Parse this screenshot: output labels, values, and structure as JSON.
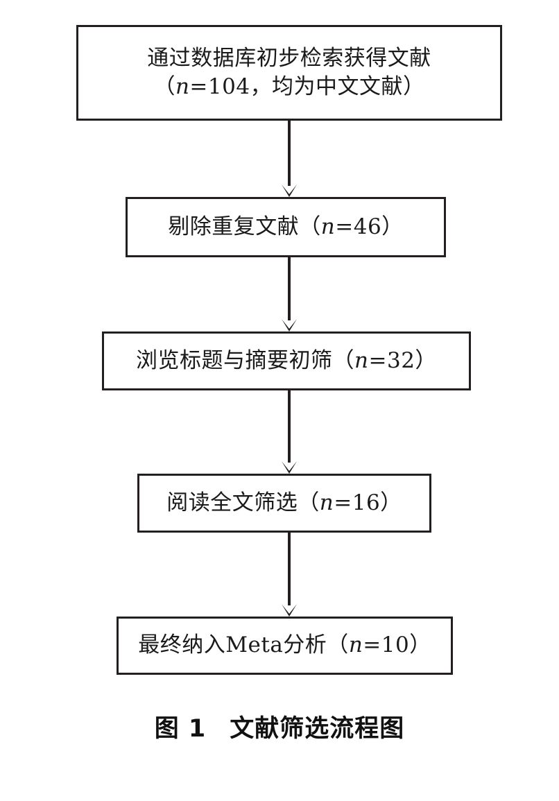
{
  "figure": {
    "type": "prisma-style-literature-screening-flowchart",
    "caption_label": "图 1",
    "caption_text": "文献筛选流程图",
    "border_color": "#231f20",
    "text_color": "#1a1a1a",
    "background_color": "#ffffff"
  },
  "flow": {
    "steps": [
      {
        "id": "step-1",
        "name": "database-search",
        "line1": "通过数据库初步检索获得文献",
        "line2_prefix": "（",
        "line2_n": "n",
        "line2_suffix": "=104，均为中文文献）",
        "full_text": "通过数据库初步检索获得文献\n（n=104，均为中文文献）",
        "count": 104
      },
      {
        "id": "step-2",
        "name": "remove-duplicates",
        "label_prefix": "剔除重复文献（",
        "label_n": "n",
        "label_suffix": "=46）",
        "full_text": "剔除重复文献（n=46）",
        "count": 46
      },
      {
        "id": "step-3",
        "name": "title-abstract-screening",
        "label_prefix": "浏览标题与摘要初筛（",
        "label_n": "n",
        "label_suffix": "=32）",
        "full_text": "浏览标题与摘要初筛（n=32）",
        "count": 32
      },
      {
        "id": "step-4",
        "name": "full-text-screening",
        "label_prefix": "阅读全文筛选（",
        "label_n": "n",
        "label_suffix": "=16）",
        "full_text": "阅读全文筛选（n=16）",
        "count": 16
      },
      {
        "id": "step-5",
        "name": "included-in-meta-analysis",
        "label_prefix": "最终纳入Meta分析（",
        "label_n": "n",
        "label_suffix": "=10）",
        "full_text": "最终纳入Meta分析（n=10）",
        "count": 10
      }
    ],
    "connectors": [
      {
        "id": "arrow-1",
        "from": "step-1",
        "to": "step-2",
        "direction": "down"
      },
      {
        "id": "arrow-2",
        "from": "step-2",
        "to": "step-3",
        "direction": "down"
      },
      {
        "id": "arrow-3",
        "from": "step-3",
        "to": "step-4",
        "direction": "down"
      },
      {
        "id": "arrow-4",
        "from": "step-4",
        "to": "step-5",
        "direction": "down"
      }
    ]
  }
}
